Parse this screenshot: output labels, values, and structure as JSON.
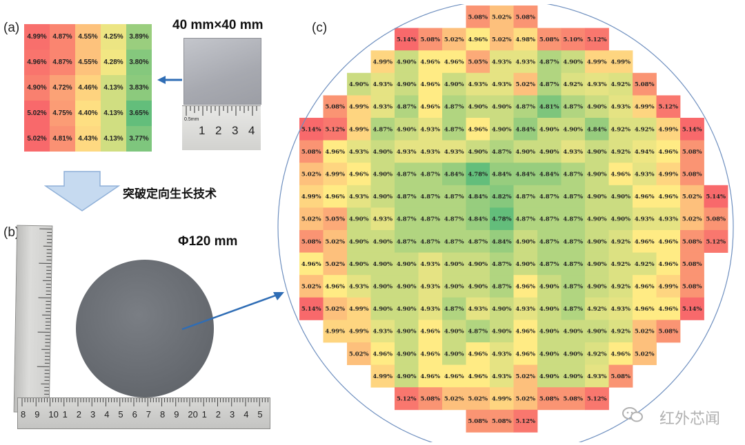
{
  "panel_labels": {
    "a": "(a)",
    "b": "(b)",
    "c": "(c)"
  },
  "sample_small": {
    "size": "40 mm×40 mm"
  },
  "sample_large": {
    "diameter": "Φ120 mm"
  },
  "process": {
    "label": "突破定向生长技术"
  },
  "ruler_small_numbers": [
    "1",
    "2",
    "3",
    "4"
  ],
  "ruler_small_unit": "0.5mm",
  "ruler_h_numbers": [
    "8",
    "9",
    "10",
    "1",
    "2",
    "3",
    "4",
    "5",
    "6",
    "7",
    "8",
    "9",
    "20",
    "1",
    "2",
    "3",
    "4",
    "5"
  ],
  "watermark": {
    "text": "红外芯闻"
  },
  "colors": {
    "min": "#63be7b",
    "mid": "#ffeb84",
    "max": "#f8696b"
  },
  "grid_a": {
    "rows": [
      [
        "4.99%",
        "4.87%",
        "4.55%",
        "4.25%",
        "3.89%"
      ],
      [
        "4.96%",
        "4.87%",
        "4.55%",
        "4.28%",
        "3.80%"
      ],
      [
        "4.90%",
        "4.72%",
        "4.46%",
        "4.13%",
        "3.83%"
      ],
      [
        "5.02%",
        "4.75%",
        "4.40%",
        "4.13%",
        "3.65%"
      ],
      [
        "5.02%",
        "4.81%",
        "4.43%",
        "4.13%",
        "3.77%"
      ]
    ]
  },
  "grid_c": {
    "rows": [
      {
        "start": 7,
        "values": [
          "5.08%",
          "5.02%",
          "5.08%"
        ]
      },
      {
        "start": 4,
        "values": [
          "5.14%",
          "5.08%",
          "5.02%",
          "4.96%",
          "5.02%",
          "4.98%",
          "5.08%",
          "5.10%",
          "5.12%"
        ]
      },
      {
        "start": 3,
        "values": [
          "4.99%",
          "4.90%",
          "4.96%",
          "4.96%",
          "5.05%",
          "4.93%",
          "4.93%",
          "4.87%",
          "4.90%",
          "4.99%",
          "4.99%"
        ]
      },
      {
        "start": 2,
        "values": [
          "4.90%",
          "4.93%",
          "4.90%",
          "4.96%",
          "4.90%",
          "4.93%",
          "4.93%",
          "5.02%",
          "4.87%",
          "4.92%",
          "4.93%",
          "4.92%",
          "5.08%"
        ]
      },
      {
        "start": 1,
        "values": [
          "5.08%",
          "4.99%",
          "4.93%",
          "4.87%",
          "4.96%",
          "4.87%",
          "4.90%",
          "4.90%",
          "4.87%",
          "4.81%",
          "4.87%",
          "4.90%",
          "4.93%",
          "4.99%",
          "5.12%"
        ]
      },
      {
        "start": 0,
        "values": [
          "5.14%",
          "5.12%",
          "4.99%",
          "4.87%",
          "4.90%",
          "4.93%",
          "4.87%",
          "4.96%",
          "4.90%",
          "4.84%",
          "4.90%",
          "4.90%",
          "4.84%",
          "4.92%",
          "4.92%",
          "4.99%",
          "5.14%"
        ]
      },
      {
        "start": 0,
        "values": [
          "5.08%",
          "4.96%",
          "4.93%",
          "4.90%",
          "4.93%",
          "4.93%",
          "4.93%",
          "4.90%",
          "4.87%",
          "4.90%",
          "4.90%",
          "4.93%",
          "4.90%",
          "4.92%",
          "4.94%",
          "4.96%",
          "5.08%"
        ]
      },
      {
        "start": 0,
        "values": [
          "5.02%",
          "4.99%",
          "4.96%",
          "4.90%",
          "4.87%",
          "4.87%",
          "4.84%",
          "4.78%",
          "4.84%",
          "4.84%",
          "4.84%",
          "4.87%",
          "4.90%",
          "4.96%",
          "4.93%",
          "4.99%",
          "5.08%"
        ]
      },
      {
        "start": 0,
        "values": [
          "4.99%",
          "4.96%",
          "4.93%",
          "4.90%",
          "4.87%",
          "4.87%",
          "4.87%",
          "4.84%",
          "4.82%",
          "4.87%",
          "4.87%",
          "4.87%",
          "4.90%",
          "4.90%",
          "4.96%",
          "4.96%",
          "5.02%",
          "5.14%"
        ]
      },
      {
        "start": 0,
        "values": [
          "5.02%",
          "5.05%",
          "4.90%",
          "4.93%",
          "4.87%",
          "4.87%",
          "4.87%",
          "4.84%",
          "4.78%",
          "4.87%",
          "4.87%",
          "4.87%",
          "4.90%",
          "4.90%",
          "4.93%",
          "4.93%",
          "5.02%",
          "5.08%"
        ]
      },
      {
        "start": 0,
        "values": [
          "5.08%",
          "5.02%",
          "4.90%",
          "4.90%",
          "4.87%",
          "4.87%",
          "4.87%",
          "4.87%",
          "4.84%",
          "4.90%",
          "4.87%",
          "4.87%",
          "4.90%",
          "4.92%",
          "4.96%",
          "4.96%",
          "5.08%",
          "5.12%"
        ]
      },
      {
        "start": 0,
        "values": [
          "4.96%",
          "5.02%",
          "4.90%",
          "4.90%",
          "4.90%",
          "4.93%",
          "4.90%",
          "4.90%",
          "4.87%",
          "4.90%",
          "4.87%",
          "4.87%",
          "4.90%",
          "4.92%",
          "4.92%",
          "4.96%",
          "5.08%"
        ]
      },
      {
        "start": 0,
        "values": [
          "5.02%",
          "4.96%",
          "4.93%",
          "4.90%",
          "4.90%",
          "4.93%",
          "4.90%",
          "4.90%",
          "4.87%",
          "4.96%",
          "4.90%",
          "4.87%",
          "4.90%",
          "4.92%",
          "4.96%",
          "4.99%",
          "5.08%"
        ]
      },
      {
        "start": 0,
        "values": [
          "5.14%",
          "5.02%",
          "4.99%",
          "4.90%",
          "4.90%",
          "4.93%",
          "4.87%",
          "4.93%",
          "4.90%",
          "4.93%",
          "4.90%",
          "4.87%",
          "4.92%",
          "4.93%",
          "4.96%",
          "4.96%",
          "5.14%"
        ]
      },
      {
        "start": 1,
        "values": [
          "4.99%",
          "4.99%",
          "4.93%",
          "4.90%",
          "4.96%",
          "4.90%",
          "4.87%",
          "4.90%",
          "4.96%",
          "4.90%",
          "4.90%",
          "4.90%",
          "4.92%",
          "5.02%",
          "5.08%"
        ]
      },
      {
        "start": 2,
        "values": [
          "5.02%",
          "4.96%",
          "4.90%",
          "4.96%",
          "4.90%",
          "4.96%",
          "4.93%",
          "4.96%",
          "4.90%",
          "4.90%",
          "4.92%",
          "4.96%",
          "5.02%"
        ]
      },
      {
        "start": 3,
        "values": [
          "4.99%",
          "4.90%",
          "4.96%",
          "4.96%",
          "4.96%",
          "4.93%",
          "5.02%",
          "4.90%",
          "4.90%",
          "4.93%",
          "5.08%"
        ]
      },
      {
        "start": 4,
        "values": [
          "5.12%",
          "5.08%",
          "5.02%",
          "5.02%",
          "4.99%",
          "5.02%",
          "5.08%",
          "5.08%",
          "5.12%"
        ]
      },
      {
        "start": 7,
        "values": [
          "5.08%",
          "5.08%",
          "5.12%"
        ]
      }
    ]
  }
}
